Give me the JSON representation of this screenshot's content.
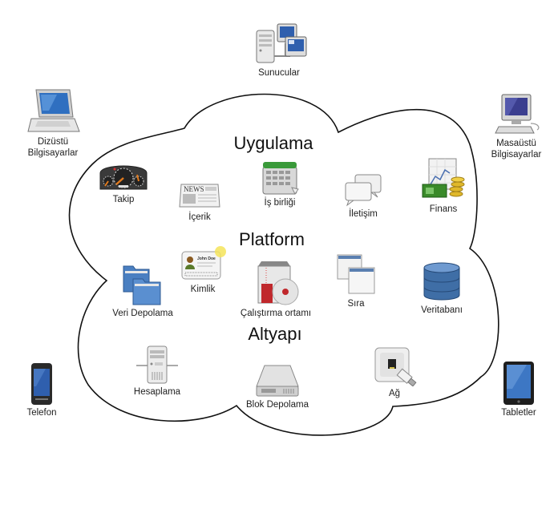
{
  "diagram": {
    "title": "Bulut bilişim",
    "layers": [
      {
        "id": "uygulama",
        "title": "Uygulama"
      },
      {
        "id": "platform",
        "title": "Platform"
      },
      {
        "id": "altyapi",
        "title": "Altyapı"
      }
    ],
    "cloud_items": {
      "takip": {
        "label": "Takip",
        "icon": "dashboard-icon",
        "layer": "Uygulama"
      },
      "icerik": {
        "label": "İçerik",
        "icon": "newspaper-icon",
        "icon_text": "NEWS",
        "layer": "Uygulama"
      },
      "is_birligi": {
        "label": "İş birliği",
        "icon": "calendar-icon",
        "layer": "Uygulama"
      },
      "iletisim": {
        "label": "İletişim",
        "icon": "chat-bubbles-icon",
        "layer": "Uygulama"
      },
      "finans": {
        "label": "Finans",
        "icon": "finance-chart-money-icon",
        "layer": "Uygulama"
      },
      "veri_depolama": {
        "label": "Veri Depolama",
        "icon": "folders-icon",
        "layer": "Platform"
      },
      "kimlik": {
        "label": "Kimlik",
        "icon": "id-card-icon",
        "icon_text": "John Doe",
        "layer": "Platform"
      },
      "calistirma": {
        "label": "Çalıştırma ortamı",
        "icon": "runtime-box-disc-icon",
        "layer": "Platform"
      },
      "sira": {
        "label": "Sıra",
        "icon": "queue-windows-icon",
        "layer": "Platform"
      },
      "veritabani": {
        "label": "Veritabanı",
        "icon": "database-icon",
        "layer": "Platform"
      },
      "hesaplama": {
        "label": "Hesaplama",
        "icon": "compute-server-icon",
        "layer": "Altyapı"
      },
      "blok_depolama": {
        "label": "Blok Depolama",
        "icon": "hard-drive-icon",
        "layer": "Altyapı"
      },
      "ag": {
        "label": "Ağ",
        "icon": "network-jack-icon",
        "layer": "Altyapı"
      }
    },
    "clients": {
      "sunucular": {
        "label": "Sunucular",
        "icon": "servers-icon"
      },
      "dizustu": {
        "label": "Dizüstü\nBilgisayarlar",
        "line1": "Dizüstü",
        "line2": "Bilgisayarlar",
        "icon": "laptop-icon"
      },
      "masaustu": {
        "label": "Masaüstü\nBilgisayarlar",
        "line1": "Masaüstü",
        "line2": "Bilgisayarlar",
        "icon": "desktop-icon"
      },
      "telefon": {
        "label": "Telefon",
        "icon": "phone-icon"
      },
      "tabletler": {
        "label": "Tabletler",
        "icon": "tablet-icon"
      }
    },
    "colors": {
      "outline": "#111111",
      "screen_blue": "#2f5fae",
      "folder_blue": "#4a7fc1",
      "db_blue": "#3f6ea6",
      "money_green": "#3a8a2a",
      "coin_gold": "#e0b82a",
      "calendar_green": "#3a9a3a",
      "gauge_orange": "#e07a1e",
      "disc_red": "#c0282c",
      "device_gray": "#b8b8b8"
    }
  }
}
